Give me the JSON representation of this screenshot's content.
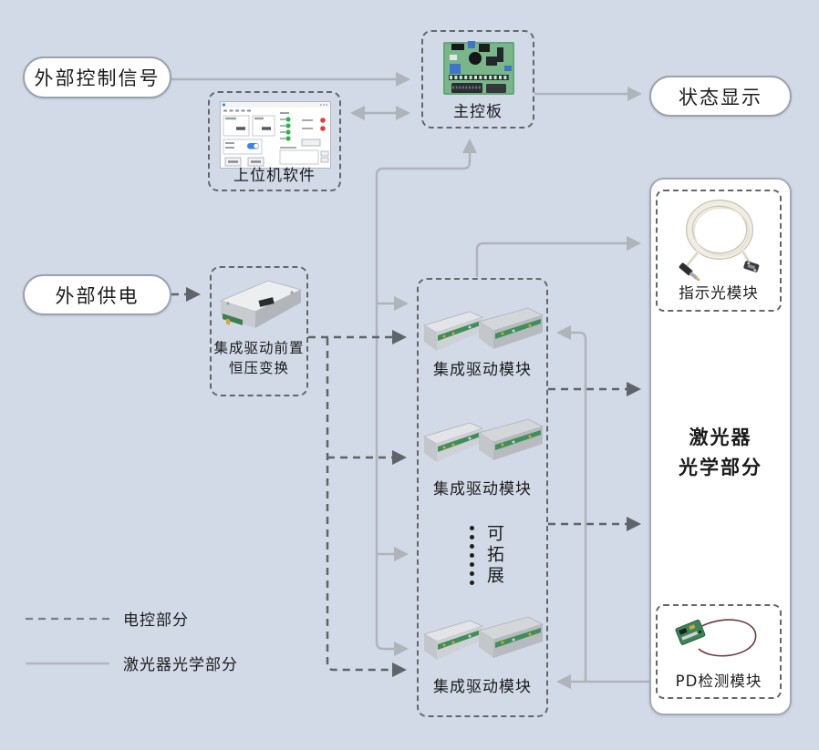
{
  "diagram": {
    "nodes": {
      "external_control_signal": {
        "label": "外部控制信号"
      },
      "host_software": {
        "label": "上位机软件"
      },
      "main_control_board": {
        "label": "主控板"
      },
      "status_display": {
        "label": "状态显示"
      },
      "external_power": {
        "label": "外部供电"
      },
      "pre_stage": {
        "label_line1": "集成驱动前置",
        "label_line2": "恒压变换"
      },
      "drive_module_1": {
        "label": "集成驱动模块"
      },
      "drive_module_2": {
        "label": "集成驱动模块"
      },
      "drive_module_3": {
        "label": "集成驱动模块"
      },
      "expandable": {
        "label": "可拓展"
      },
      "laser_optics": {
        "title_line1": "激光器",
        "title_line2": "光学部分"
      },
      "indicator_light_module": {
        "label": "指示光模块"
      },
      "pd_detect_module": {
        "label": "PD检测模块"
      }
    },
    "legend": {
      "dashed_label": "电控部分",
      "solid_label": "激光器光学部分"
    },
    "colors": {
      "background": "#d2dae8",
      "solid_line": "#afb4bb",
      "dashed_line": "#5f646b",
      "node_border": "#9aa2ac",
      "text": "#1b1b1b",
      "led_green": "#2eb34a",
      "led_red": "#e23c3c",
      "pcb_green": "#3c8557",
      "toggle_blue": "#3b82f6"
    }
  }
}
